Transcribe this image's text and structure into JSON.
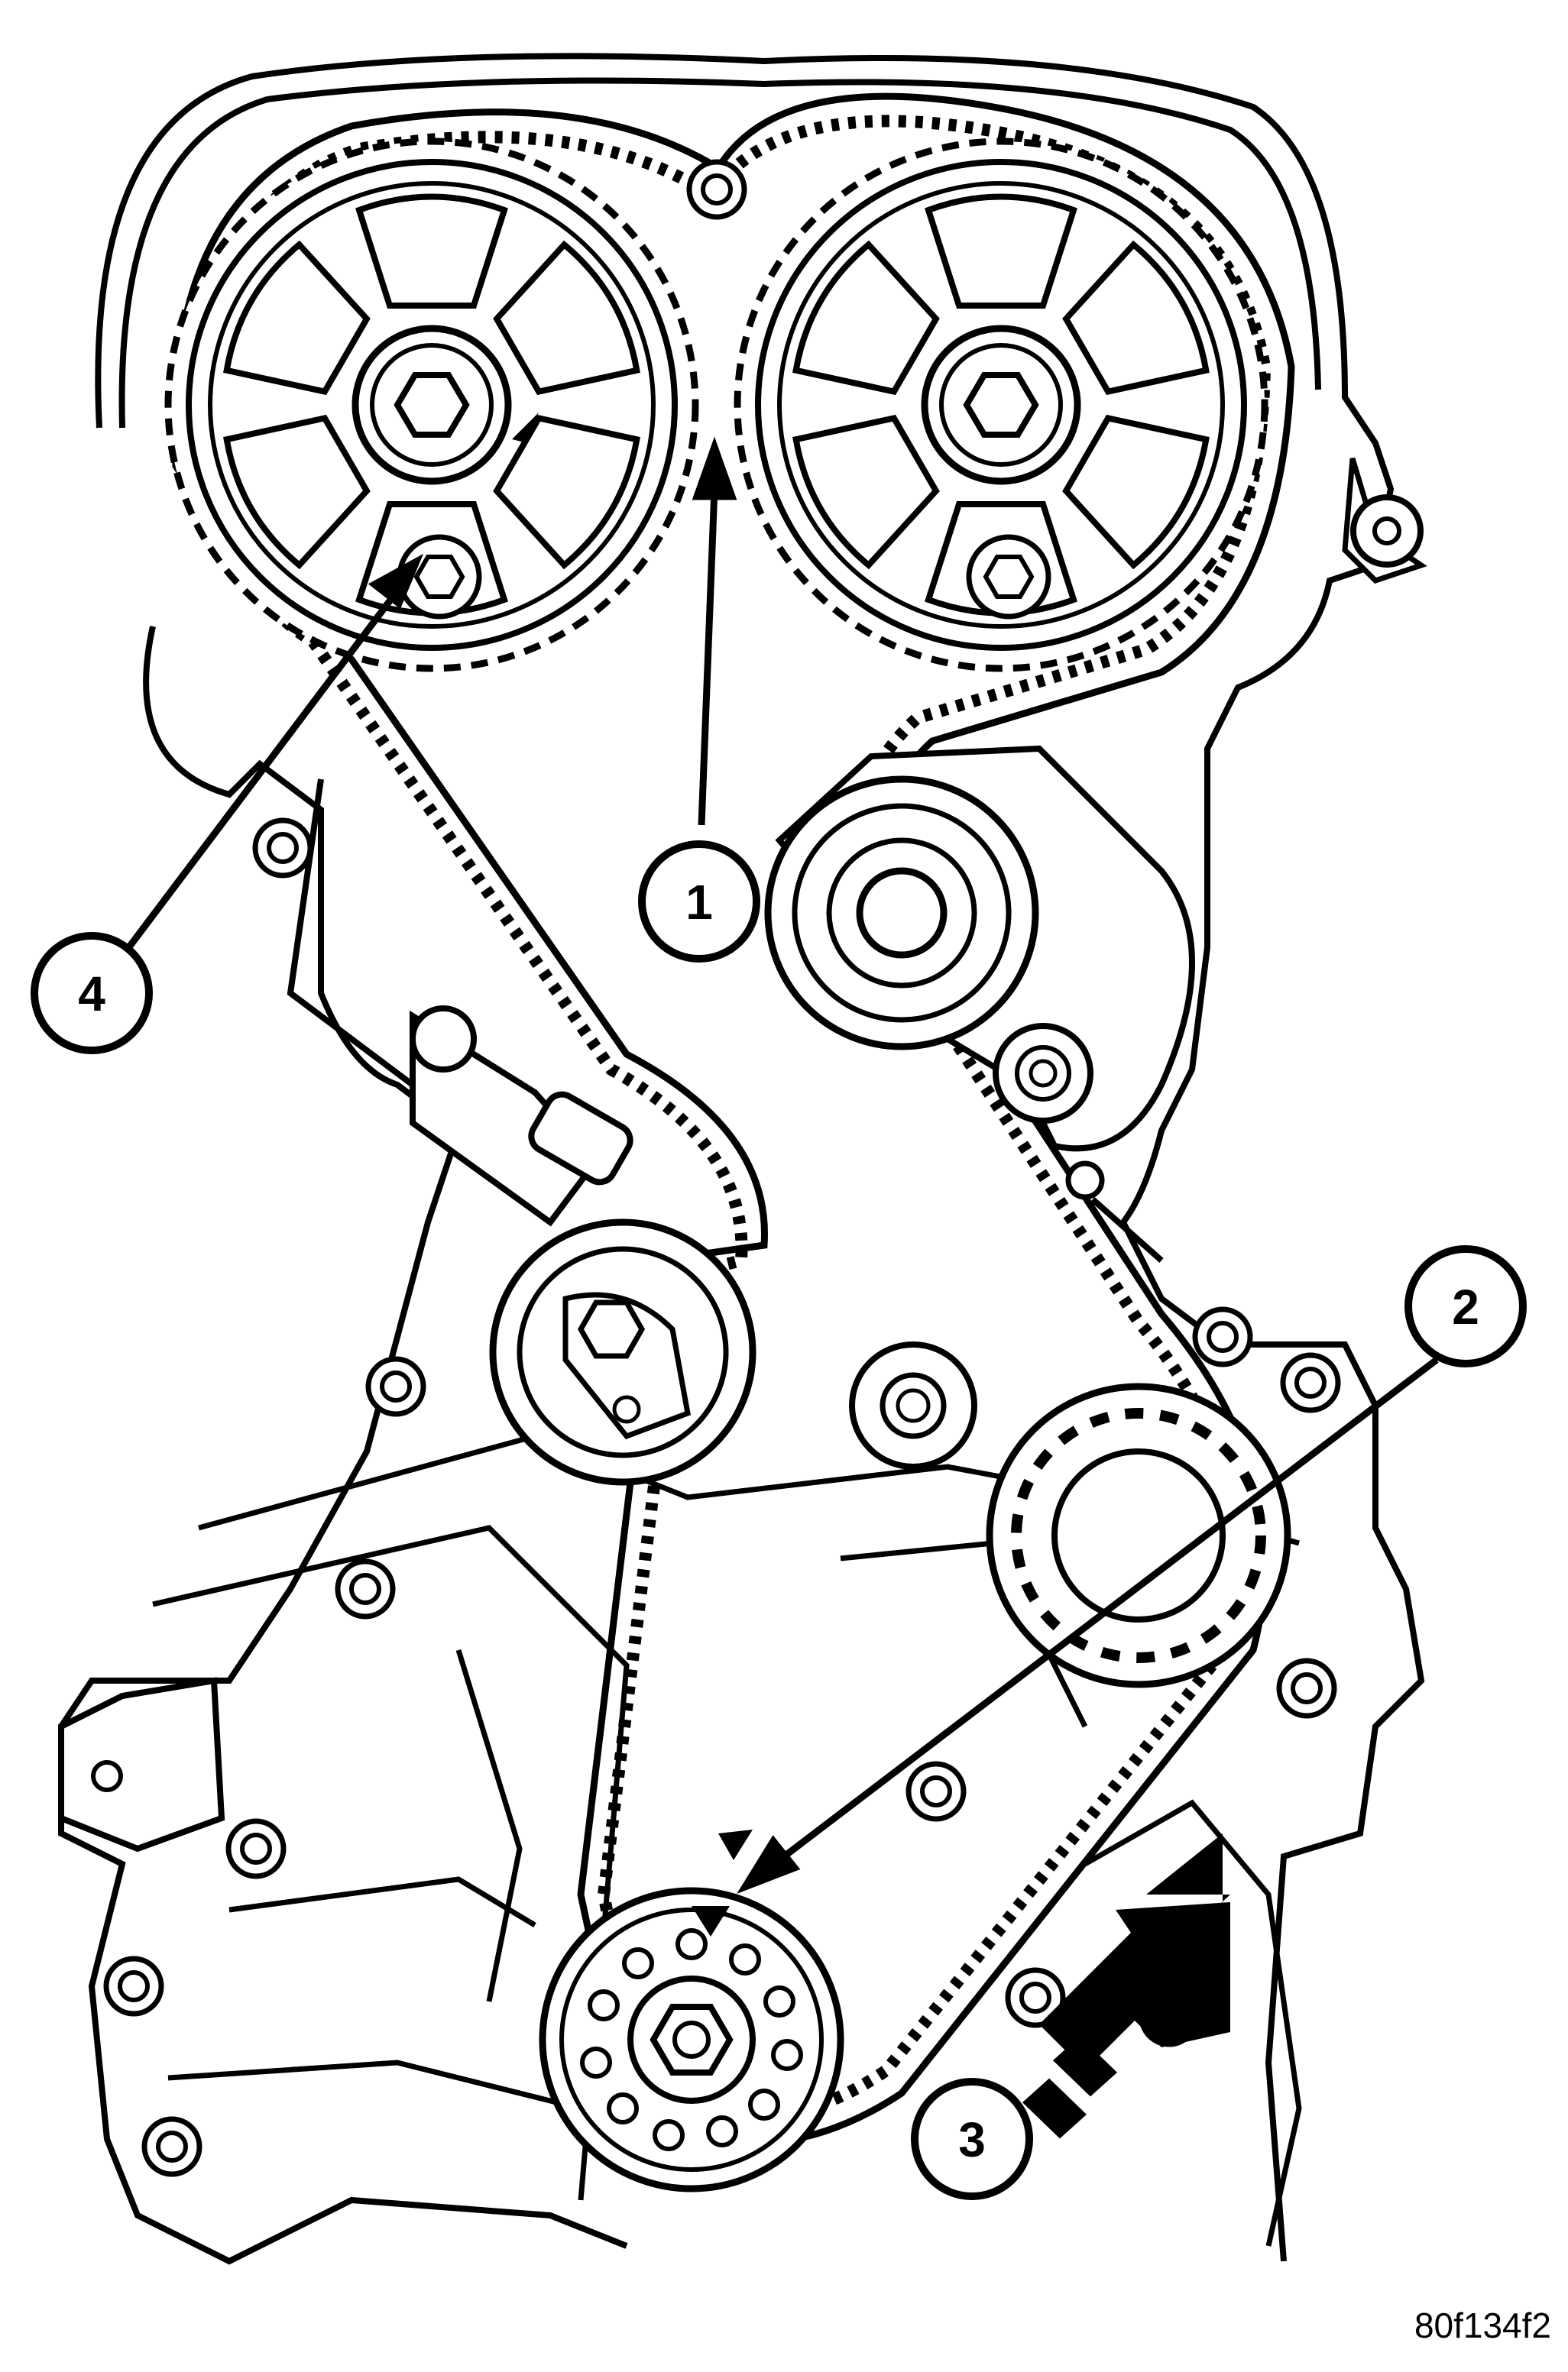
{
  "figure_id": "80f134f2",
  "colors": {
    "ink": "#000000",
    "paper": "#ffffff"
  },
  "callouts": [
    {
      "id": "1",
      "label": "1"
    },
    {
      "id": "2",
      "label": "2"
    },
    {
      "id": "3",
      "label": "3"
    },
    {
      "id": "4",
      "label": "4"
    }
  ],
  "icons": {
    "sprockets": [
      "left-camshaft-sprocket-icon",
      "right-camshaft-sprocket-icon",
      "crankshaft-sprocket-icon"
    ],
    "pulleys": [
      "idler-pulley-icon",
      "belt-tensioner-icon",
      "crankshaft-damper-icon"
    ],
    "belt": "timing-belt-icon"
  }
}
